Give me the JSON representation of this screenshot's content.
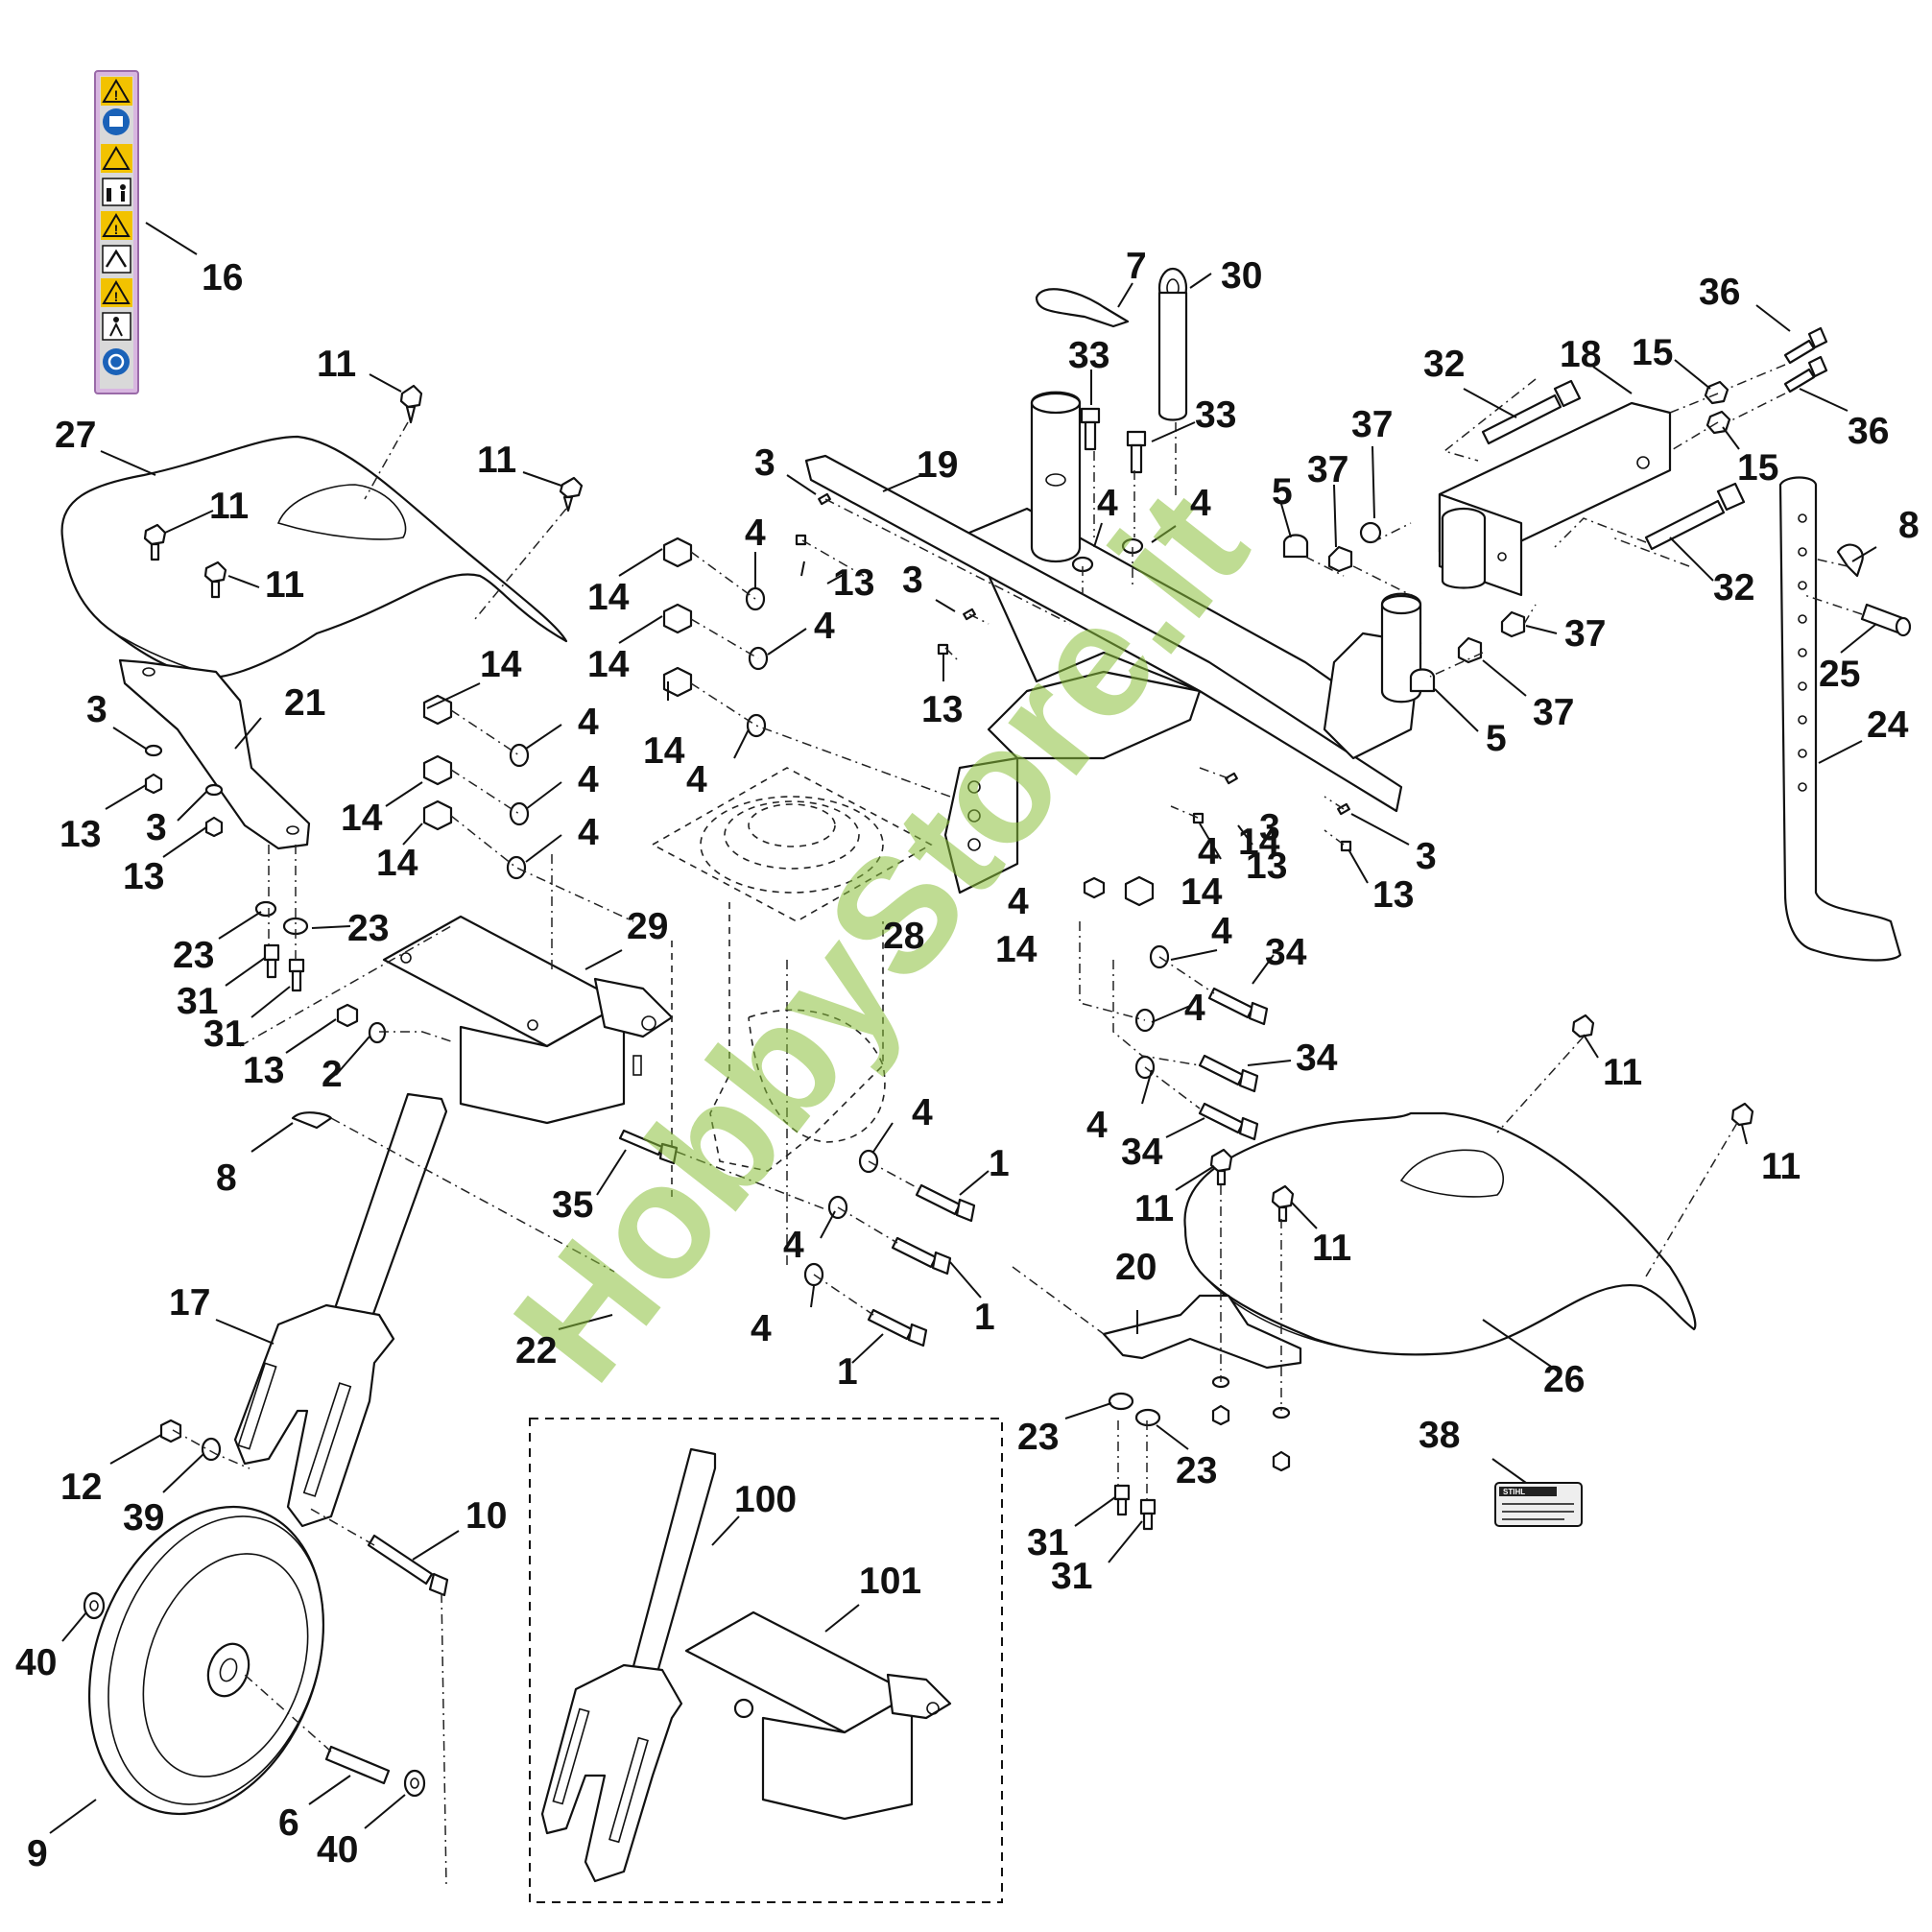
{
  "watermark": "HobbyStore.it",
  "decal_label": {
    "brand": "STIHL"
  },
  "callouts": [
    {
      "id": "c16",
      "text": "16"
    },
    {
      "id": "c27",
      "text": "27"
    },
    {
      "id": "c11a",
      "text": "11"
    },
    {
      "id": "c11b",
      "text": "11"
    },
    {
      "id": "c11c",
      "text": "11"
    },
    {
      "id": "c11d",
      "text": "11"
    },
    {
      "id": "c3a",
      "text": "3"
    },
    {
      "id": "c21",
      "text": "21"
    },
    {
      "id": "c13a",
      "text": "13"
    },
    {
      "id": "c3b",
      "text": "3"
    },
    {
      "id": "c13b",
      "text": "13"
    },
    {
      "id": "c23a",
      "text": "23"
    },
    {
      "id": "c23b",
      "text": "23"
    },
    {
      "id": "c31a",
      "text": "31"
    },
    {
      "id": "c31b",
      "text": "31"
    },
    {
      "id": "c13c",
      "text": "13"
    },
    {
      "id": "c2",
      "text": "2"
    },
    {
      "id": "c8a",
      "text": "8"
    },
    {
      "id": "c29",
      "text": "29"
    },
    {
      "id": "c35",
      "text": "35"
    },
    {
      "id": "c17",
      "text": "17"
    },
    {
      "id": "c22",
      "text": "22"
    },
    {
      "id": "c12",
      "text": "12"
    },
    {
      "id": "c39",
      "text": "39"
    },
    {
      "id": "c10",
      "text": "10"
    },
    {
      "id": "c40a",
      "text": "40"
    },
    {
      "id": "c9",
      "text": "9"
    },
    {
      "id": "c6",
      "text": "6"
    },
    {
      "id": "c40b",
      "text": "40"
    },
    {
      "id": "c100",
      "text": "100"
    },
    {
      "id": "c101",
      "text": "101"
    },
    {
      "id": "c14a",
      "text": "14"
    },
    {
      "id": "c14b",
      "text": "14"
    },
    {
      "id": "c14c",
      "text": "14"
    },
    {
      "id": "c14d",
      "text": "14"
    },
    {
      "id": "c14e",
      "text": "14"
    },
    {
      "id": "c14f",
      "text": "14"
    },
    {
      "id": "c14g",
      "text": "14"
    },
    {
      "id": "c14h",
      "text": "14"
    },
    {
      "id": "c14i",
      "text": "14"
    },
    {
      "id": "c4a",
      "text": "4"
    },
    {
      "id": "c4b",
      "text": "4"
    },
    {
      "id": "c4c",
      "text": "4"
    },
    {
      "id": "c4d",
      "text": "4"
    },
    {
      "id": "c4e",
      "text": "4"
    },
    {
      "id": "c4f",
      "text": "4"
    },
    {
      "id": "c4g",
      "text": "4"
    },
    {
      "id": "c4h",
      "text": "4"
    },
    {
      "id": "c4i",
      "text": "4"
    },
    {
      "id": "c4j",
      "text": "4"
    },
    {
      "id": "c4k",
      "text": "4"
    },
    {
      "id": "c4l",
      "text": "4"
    },
    {
      "id": "c4m",
      "text": "4"
    },
    {
      "id": "c4n",
      "text": "4"
    },
    {
      "id": "c4o",
      "text": "4"
    },
    {
      "id": "c4p",
      "text": "4"
    },
    {
      "id": "c3c",
      "text": "3"
    },
    {
      "id": "c13d",
      "text": "13"
    },
    {
      "id": "c19",
      "text": "19"
    },
    {
      "id": "c3d",
      "text": "3"
    },
    {
      "id": "c13e",
      "text": "13"
    },
    {
      "id": "c7",
      "text": "7"
    },
    {
      "id": "c30",
      "text": "30"
    },
    {
      "id": "c33a",
      "text": "33"
    },
    {
      "id": "c33b",
      "text": "33"
    },
    {
      "id": "c28",
      "text": "28"
    },
    {
      "id": "c1a",
      "text": "1"
    },
    {
      "id": "c1b",
      "text": "1"
    },
    {
      "id": "c1c",
      "text": "1"
    },
    {
      "id": "c5a",
      "text": "5"
    },
    {
      "id": "c5b",
      "text": "5"
    },
    {
      "id": "c37a",
      "text": "37"
    },
    {
      "id": "c37b",
      "text": "37"
    },
    {
      "id": "c37c",
      "text": "37"
    },
    {
      "id": "c37d",
      "text": "37"
    },
    {
      "id": "c3e",
      "text": "3"
    },
    {
      "id": "c13f",
      "text": "13"
    },
    {
      "id": "c3f",
      "text": "3"
    },
    {
      "id": "c13g",
      "text": "13"
    },
    {
      "id": "c32a",
      "text": "32"
    },
    {
      "id": "c32b",
      "text": "32"
    },
    {
      "id": "c18",
      "text": "18"
    },
    {
      "id": "c15a",
      "text": "15"
    },
    {
      "id": "c15b",
      "text": "15"
    },
    {
      "id": "c36a",
      "text": "36"
    },
    {
      "id": "c36b",
      "text": "36"
    },
    {
      "id": "c8b",
      "text": "8"
    },
    {
      "id": "c25",
      "text": "25"
    },
    {
      "id": "c24",
      "text": "24"
    },
    {
      "id": "c34a",
      "text": "34"
    },
    {
      "id": "c34b",
      "text": "34"
    },
    {
      "id": "c34c",
      "text": "34"
    },
    {
      "id": "c11e",
      "text": "11"
    },
    {
      "id": "c11f",
      "text": "11"
    },
    {
      "id": "c11g",
      "text": "11"
    },
    {
      "id": "c11h",
      "text": "11"
    },
    {
      "id": "c20",
      "text": "20"
    },
    {
      "id": "c26",
      "text": "26"
    },
    {
      "id": "c23c",
      "text": "23"
    },
    {
      "id": "c23d",
      "text": "23"
    },
    {
      "id": "c31c",
      "text": "31"
    },
    {
      "id": "c31d",
      "text": "31"
    },
    {
      "id": "c38",
      "text": "38"
    }
  ]
}
